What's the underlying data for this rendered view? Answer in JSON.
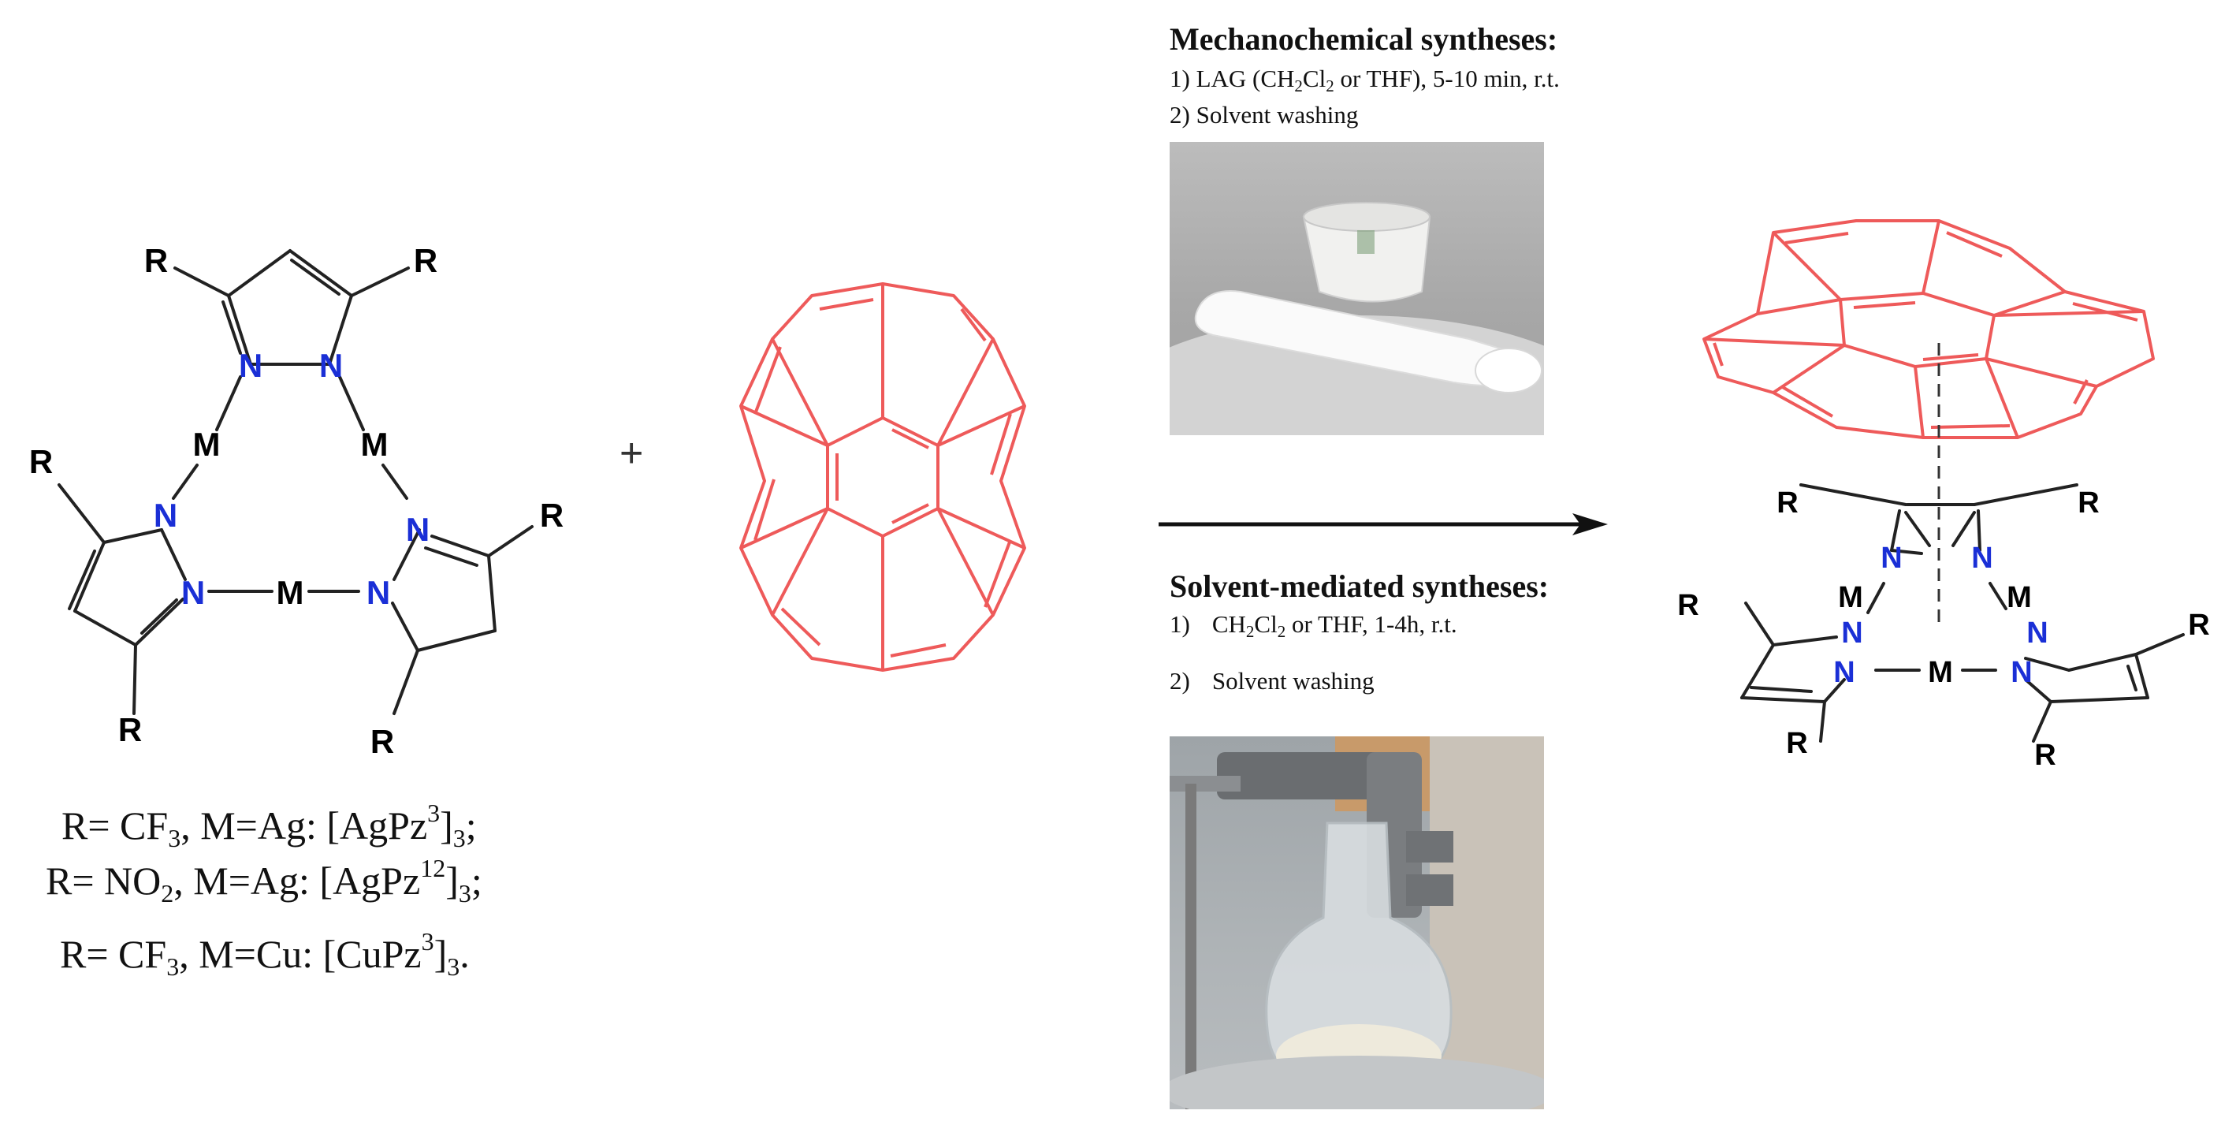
{
  "reactant": {
    "atom_labels": {
      "R": "R",
      "N": "N",
      "M": "M"
    },
    "plus": "+"
  },
  "legend": [
    {
      "prefix": "R= CF",
      "sub1": "3",
      "mid": ", M=Ag: [AgPz",
      "sup": "3",
      "close": "]",
      "sub2": "3",
      "end": ";"
    },
    {
      "prefix": "R= NO",
      "sub1": "2",
      "mid": ", M=Ag: [AgPz",
      "sup": "12",
      "close": "]",
      "sub2": "3",
      "end": ";"
    },
    {
      "prefix": "R= CF",
      "sub1": "3",
      "mid": ", M=Cu: [CuPz",
      "sup": "3",
      "close": "]",
      "sub2": "3",
      "end": "."
    }
  ],
  "mechanochemical": {
    "title": "Mechanochemical syntheses:",
    "step1_a": "1) LAG (CH",
    "step1_sub1": "2",
    "step1_b": "Cl",
    "step1_sub2": "2",
    "step1_c": " or THF), 5-10 min, r.t.",
    "step2": "2) Solvent washing"
  },
  "solvent": {
    "title": "Solvent-mediated syntheses:",
    "step1_num": "1)",
    "step1_a": "CH",
    "step1_sub1": "2",
    "step1_b": "Cl",
    "step1_sub2": "2",
    "step1_c": " or THF, 1-4h, r.t.",
    "step2_num": "2)",
    "step2": "Solvent washing"
  },
  "colors": {
    "coronene": "#ee5a5a",
    "nitrogen": "#1a2fd6",
    "bond": "#222222",
    "arrow": "#111111"
  }
}
